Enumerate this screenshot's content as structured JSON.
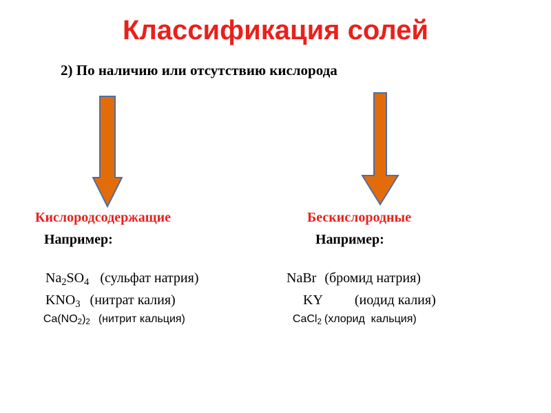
{
  "title": "Классификация солей",
  "subtitle": "2) По наличию или отсутствию кислорода",
  "colors": {
    "title": "#e8211c",
    "arrow_fill": "#e36c0a",
    "arrow_stroke": "#4a6fa5"
  },
  "left": {
    "heading": "Кислородсодержащие",
    "example_label": "Например:",
    "items": [
      {
        "formula_parts": [
          [
            "Na",
            ""
          ],
          [
            "2",
            "sub"
          ],
          [
            "SO",
            ""
          ],
          [
            "4",
            "sub"
          ]
        ],
        "name": "(сульфат натрия)"
      },
      {
        "formula_parts": [
          [
            "KNO",
            ""
          ],
          [
            "3",
            "sub"
          ]
        ],
        "name": "(нитрат калия)"
      },
      {
        "formula_parts": [
          [
            "Ca(NO",
            ""
          ],
          [
            "2",
            "sub"
          ],
          [
            ")",
            ""
          ],
          [
            "2",
            "sub"
          ]
        ],
        "name": "(нитрит кальция)"
      }
    ]
  },
  "right": {
    "heading": "Бескислородные",
    "example_label": "Например:",
    "items": [
      {
        "formula_parts": [
          [
            "NaBr",
            ""
          ]
        ],
        "name": "(бромид натрия)"
      },
      {
        "formula_parts": [
          [
            "KY",
            ""
          ]
        ],
        "name": "(иодид калия)"
      },
      {
        "formula_parts": [
          [
            "CaCl",
            ""
          ],
          [
            "2",
            "sub"
          ]
        ],
        "name": "(хлорид  кальция)"
      }
    ]
  }
}
